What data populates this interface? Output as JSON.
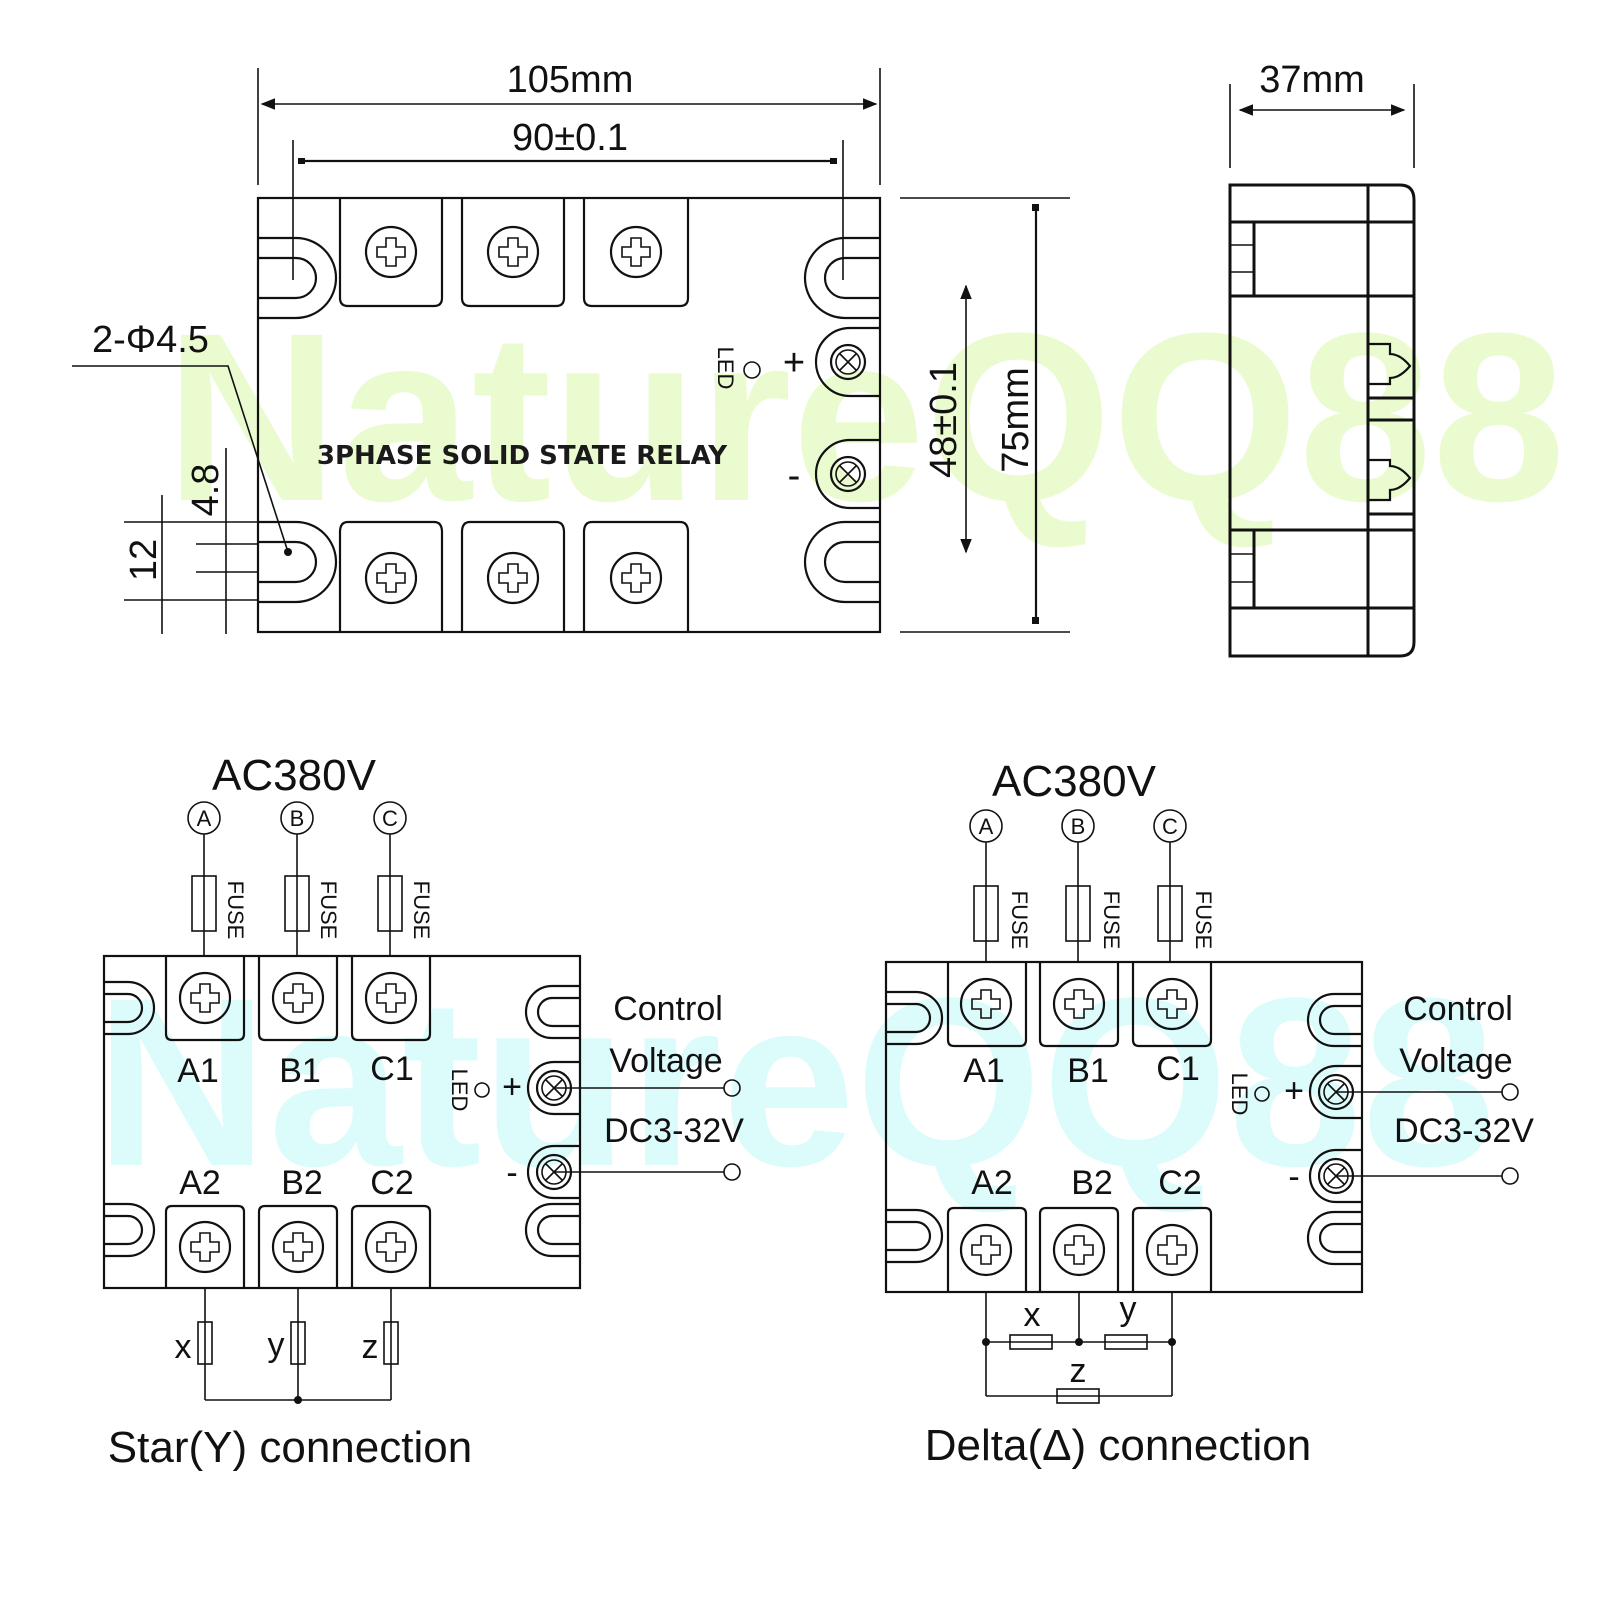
{
  "watermark": {
    "text": "NatureQQ88",
    "top_color": "#e8fbc8",
    "bottom_color": "#d6fbfb"
  },
  "top_view": {
    "title": "3PHASE SOLID STATE RELAY",
    "dims": {
      "overall_width": "105mm",
      "hole_spacing": "90±0.1",
      "mount_hole": "2-Φ4.5",
      "slot_width": "4.8",
      "slot_height": "12",
      "control_spacing": "48±0.1",
      "overall_height": "75mm"
    },
    "led_label": "LED",
    "plus_sign": "+",
    "minus_sign": "-"
  },
  "side_view": {
    "depth": "37mm"
  },
  "star_diagram": {
    "supply": "AC380V",
    "phases": [
      "A",
      "B",
      "C"
    ],
    "fuse_label": "FUSE",
    "input_terminals": [
      "A1",
      "B1",
      "C1"
    ],
    "output_terminals": [
      "A2",
      "B2",
      "C2"
    ],
    "loads": [
      "x",
      "y",
      "z"
    ],
    "led_label": "LED",
    "plus_sign": "+",
    "minus_sign": "-",
    "control_line1": "Control",
    "control_line2": "Voltage",
    "control_range": "DC3-32V",
    "caption": "Star(Y) connection"
  },
  "delta_diagram": {
    "supply": "AC380V",
    "phases": [
      "A",
      "B",
      "C"
    ],
    "fuse_label": "FUSE",
    "input_terminals": [
      "A1",
      "B1",
      "C1"
    ],
    "output_terminals": [
      "A2",
      "B2",
      "C2"
    ],
    "loads": [
      "x",
      "y",
      "z"
    ],
    "led_label": "LED",
    "plus_sign": "+",
    "minus_sign": "-",
    "control_line1": "Control",
    "control_line2": "Voltage",
    "control_range": "DC3-32V",
    "caption": "Delta(Δ) connection"
  }
}
